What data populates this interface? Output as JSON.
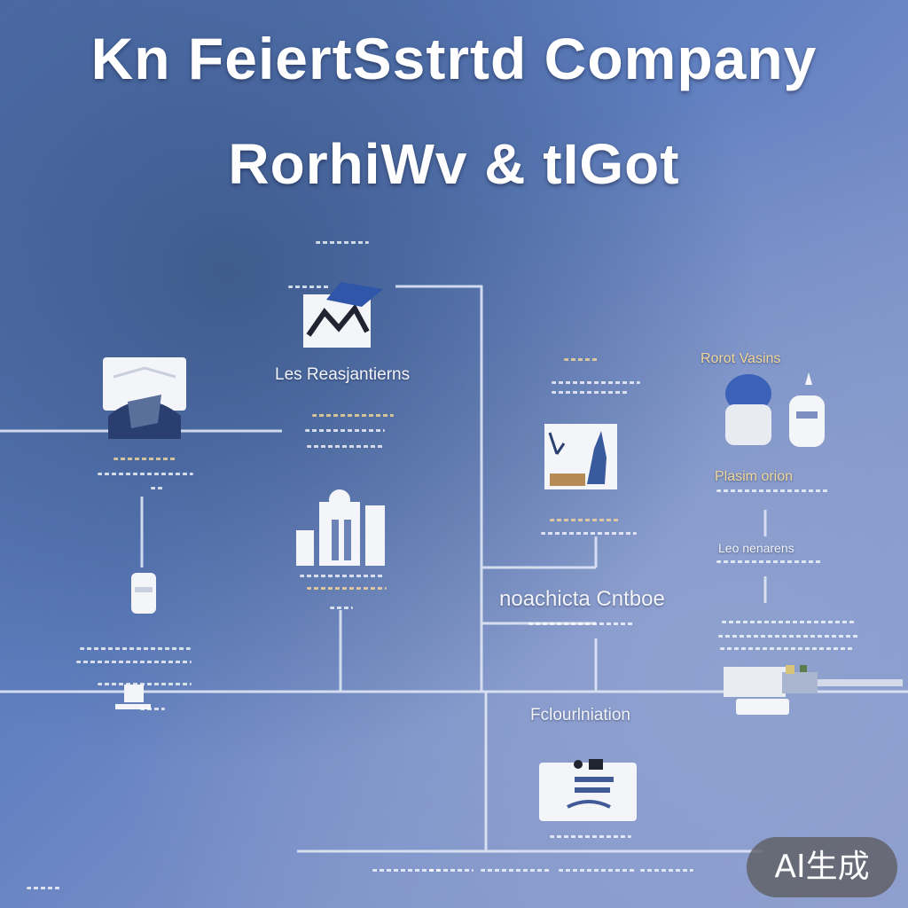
{
  "header": {
    "title_line1": "Kn FeiertSstrtd Company",
    "title_line2": "RorhiWv & tIGot"
  },
  "nodes": {
    "left_label": "Les Reasjantierns",
    "top_right_label": "Rorot Vasins",
    "right_mid_label": "Plasim orion",
    "right_sub_label": "Leo nenarens",
    "center_label": "noachicta Cntboe",
    "bottom_label": "Fclourlniation"
  },
  "badge": {
    "text": "AI生成"
  }
}
